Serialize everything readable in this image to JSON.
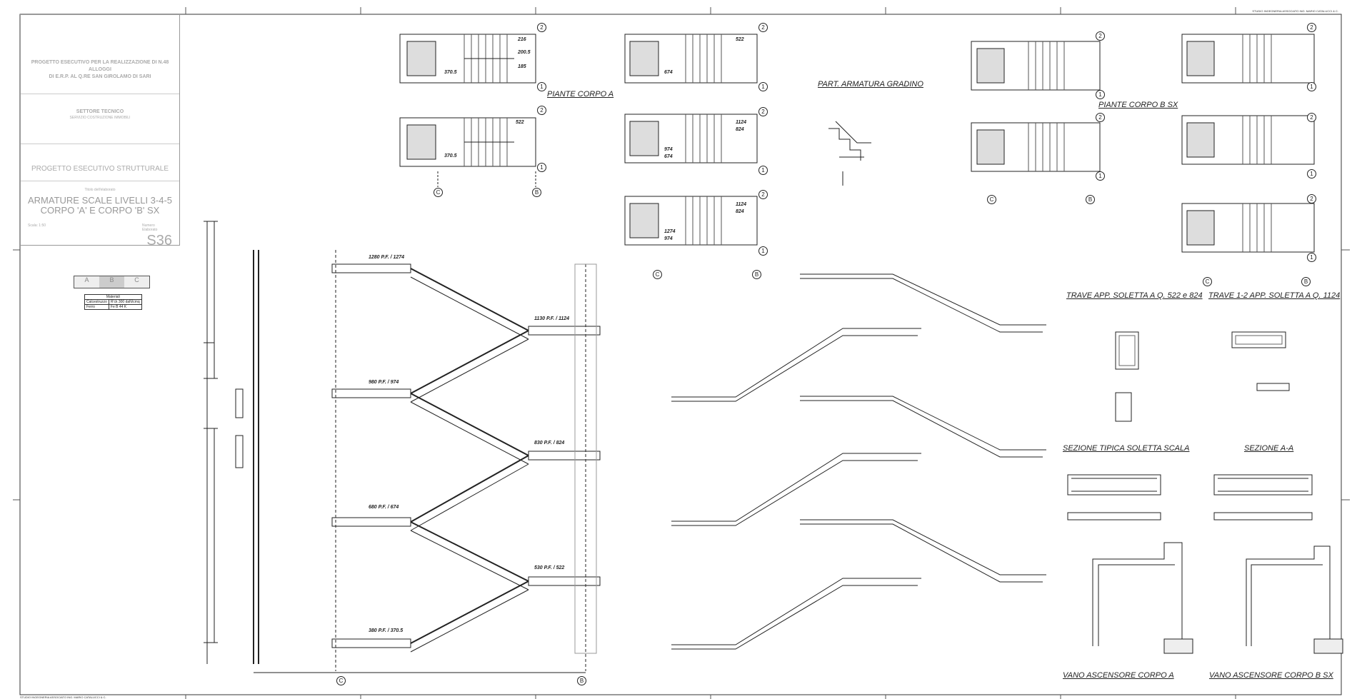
{
  "title_block": {
    "project_line1": "PROGETTO ESECUTIVO PER LA REALIZZAZIONE DI N.48 ALLOGGI",
    "project_line2": "DI E.R.P. AL Q.RE SAN GIROLAMO DI SARI",
    "sector": "SETTORE TECNICO",
    "sector_sub": "SERVIZIO COSTRUZIONE IMMOBILI",
    "doc_type": "PROGETTO ESECUTIVO STRUTTURALE",
    "subtitle_label": "Titolo dell'elaborato",
    "title_line1": "ARMATURE SCALE LIVELLI 3-4-5",
    "title_line2": "CORPO 'A' E CORPO 'B' SX",
    "scale": "Scala: 1:50",
    "number_label1": "Numero",
    "number_label2": "Elaborato",
    "number": "S36"
  },
  "legend": {
    "sections": [
      "A",
      "B",
      "C"
    ],
    "materials_title": "Materiali",
    "row1_label": "Calcestruzzo",
    "row1_value": "R'ck 300 daN/cmq",
    "row2_label": "Ferro",
    "row2_value": "Fe B 44 K"
  },
  "labels": {
    "piante_a": "PIANTE CORPO A",
    "piante_b": "PIANTE CORPO B SX",
    "part_armatura": "PART. ARMATURA GRADINO",
    "trave_522": "TRAVE APP. SOLETTA A Q. 522 e 824",
    "trave_1124": "TRAVE 1-2 APP. SOLETTA A Q. 1124",
    "sezione_tipica": "SEZIONE TIPICA SOLETTA SCALA",
    "sezione_aa": "SEZIONE A-A",
    "vano_a": "VANO ASCENSORE CORPO A",
    "vano_b": "VANO ASCENSORE CORPO B SX"
  },
  "elevations": {
    "e1274": "1280 P.F. / 1274",
    "e1124": "1130 P.F. / 1124",
    "e974": "980 P.F. / 974",
    "e824": "830 P.F. / 824",
    "e674": "680 P.F. / 674",
    "e522": "530 P.F. / 522",
    "e370": "380 P.F. / 370.5"
  },
  "plan_levels": {
    "a1": [
      "216",
      "200.5",
      "185",
      "370.5"
    ],
    "a2": [
      "522",
      "370.5"
    ],
    "a3": [
      "522",
      "674"
    ],
    "a4": [
      "1124",
      "824",
      "974",
      "674"
    ],
    "a5": [
      "1124",
      "824",
      "1274",
      "974"
    ]
  },
  "axes": {
    "one": "1",
    "two": "2",
    "b": "B",
    "c": "C"
  },
  "credits": {
    "top": "STUDIO INGEGNERIA ASSOCIATO ING. MARIO CATALUCCI & C.",
    "bottom": "STUDIO INGEGNERIA ASSOCIATO ING. MARIO CATALUCCI & C."
  }
}
